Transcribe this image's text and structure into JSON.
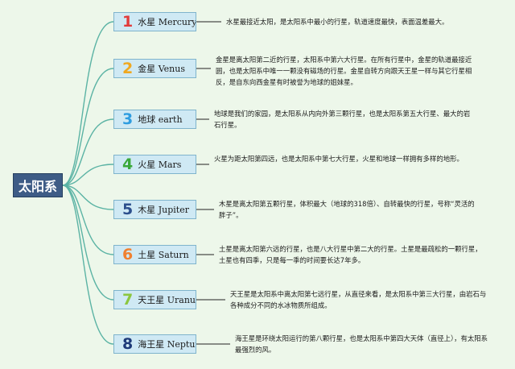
{
  "root": {
    "label": "太阳系"
  },
  "planets": [
    {
      "number": "1",
      "name": "水星 Mercury",
      "color": "#e23b3b",
      "description": "水星最接近太阳，是太阳系中最小的行星，轨道速度最快，表面温差最大。"
    },
    {
      "number": "2",
      "name": "金星 Venus",
      "color": "#f0a820",
      "description": "金星是离太阳第二近的行星，太阳系中第六大行星。在所有行星中，金星的轨道最接近圆，也是太阳系中唯一一颗没有磁场的行星。金星自转方向跟天王星一样与其它行星相反，是自东向西金星有时被誉为地球的姐妹星。"
    },
    {
      "number": "3",
      "name": "地球 earth",
      "color": "#2f9de0",
      "description": "地球是我们的家园，是太阳系从内向外第三颗行星，也是太阳系第五大行星、最大的岩石行星。"
    },
    {
      "number": "4",
      "name": "火星 Mars",
      "color": "#3aa83a",
      "description": "火星为距太阳第四远，也是太阳系中第七大行星，火星和地球一样拥有多样的地形。"
    },
    {
      "number": "5",
      "name": "木星 Jupiter",
      "color": "#2c4f8c",
      "description": "木星是离太阳第五颗行星，体积最大（地球的318倍）、自转最快的行星，号称“灵活的胖子”。"
    },
    {
      "number": "6",
      "name": "土星 Saturn",
      "color": "#f08030",
      "description": "土星是离太阳第六远的行星，也是八大行星中第二大的行星。土星是最疏松的一颗行星，土星也有四季，只是每一季的时间要长达7年多。"
    },
    {
      "number": "7",
      "name": "天王星 Uranus",
      "color": "#8cc63f",
      "description": "天王星是太阳系中离太阳第七远行星，从直径来看，是太阳系中第三大行星，由岩石与各种成分不同的水冰物质所组成。"
    },
    {
      "number": "8",
      "name": "海王星 Neptune",
      "color": "#1e3a78",
      "description": "海王星是环绕太阳运行的第八颗行星，也是太阳系中第四大天体（直径上），有太阳系最强烈的风。"
    }
  ],
  "colors": {
    "connector": "#5bb3a4",
    "root_bg": "#3e5c86",
    "node_bg": "#cfe9f4"
  }
}
